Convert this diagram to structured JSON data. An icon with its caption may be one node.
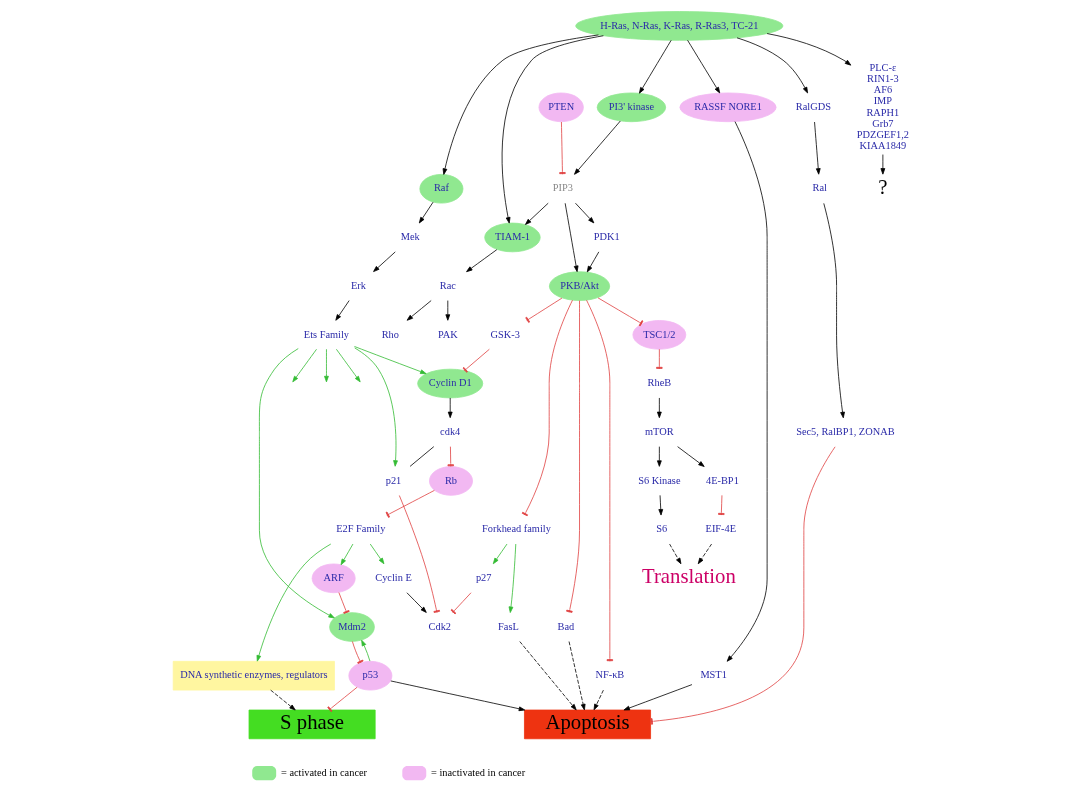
{
  "diagram": {
    "nodes": [
      {
        "text": [
          "H-Ras, N-Ras, K-Ras, R-Ras3, TC-21"
        ]
      },
      {
        "text": [
          "PLC-ε",
          "RIN1-3",
          "AF6",
          "IMP",
          "RAPH1",
          "Grb7",
          "PDZGEF1,2",
          "KIAA1849"
        ]
      },
      {
        "text": [
          "?"
        ]
      },
      {
        "text": [
          "RASSF NORE1"
        ]
      },
      {
        "text": [
          "MST1"
        ]
      },
      {
        "text": [
          "RalGDS"
        ]
      },
      {
        "text": [
          "Ral"
        ]
      },
      {
        "text": [
          "Sec5, RalBP1, ZONAB"
        ]
      },
      {
        "text": [
          "Raf"
        ]
      },
      {
        "text": [
          "Mek"
        ]
      },
      {
        "text": [
          "Erk"
        ]
      },
      {
        "text": [
          "Ets Family"
        ]
      },
      {
        "text": [
          "PI3' kinase"
        ]
      },
      {
        "text": [
          "PTEN"
        ]
      },
      {
        "text": [
          "PIP3"
        ]
      },
      {
        "text": [
          "TIAM-1"
        ]
      },
      {
        "text": [
          "PKB/Akt"
        ]
      },
      {
        "text": [
          "PDK1"
        ]
      },
      {
        "text": [
          "GSK-3"
        ]
      },
      {
        "text": [
          "Forkhead family"
        ]
      },
      {
        "text": [
          "Bad"
        ]
      },
      {
        "text": [
          "NF-κB"
        ]
      },
      {
        "text": [
          "TSC1/2"
        ]
      },
      {
        "text": [
          "Cyclin D1"
        ]
      },
      {
        "text": [
          "cdk4"
        ]
      },
      {
        "text": [
          "p21"
        ]
      },
      {
        "text": [
          "Rb"
        ]
      },
      {
        "text": [
          "E2F Family"
        ]
      },
      {
        "text": [
          "Mdm2"
        ]
      },
      {
        "text": [
          "ARF"
        ]
      },
      {
        "text": [
          "DNA synthetic enzymes, regulators"
        ]
      },
      {
        "text": [
          "Cyclin E"
        ]
      },
      {
        "text": [
          "Cdk2"
        ]
      },
      {
        "text": [
          "p27"
        ]
      },
      {
        "text": [
          "FasL"
        ]
      },
      {
        "text": [
          "p53"
        ]
      },
      {
        "text": [
          "S phase"
        ]
      },
      {
        "text": [
          "Apoptosis"
        ]
      },
      {
        "text": [
          "RheB"
        ]
      },
      {
        "text": [
          "mTOR"
        ]
      },
      {
        "text": [
          "S6 Kinase"
        ]
      },
      {
        "text": [
          "4E-BP1"
        ]
      },
      {
        "text": [
          "S6"
        ]
      },
      {
        "text": [
          "EIF-4E"
        ]
      },
      {
        "text": [
          "Rac"
        ]
      },
      {
        "text": [
          "Rho"
        ]
      },
      {
        "text": [
          "PAK"
        ]
      },
      {
        "text": [
          "Translation"
        ]
      }
    ],
    "edges": [
      {
        "from": 0,
        "to": 1,
        "arrow": "to"
      },
      {
        "from": 0,
        "to": 3,
        "arrow": "to"
      },
      {
        "from": 0,
        "to": 5,
        "arrow": "to"
      },
      {
        "from": 0,
        "to": 8,
        "arrow": "to"
      },
      {
        "from": 0,
        "to": 12,
        "arrow": "to"
      },
      {
        "from": 0,
        "to": 15,
        "arrow": "to"
      },
      {
        "from": 1,
        "to": 2,
        "arrow": "to"
      },
      {
        "from": 3,
        "to": 4,
        "arrow": "to"
      },
      {
        "from": 4,
        "to": 37,
        "arrow": "to"
      },
      {
        "from": 5,
        "to": 6,
        "arrow": "to"
      },
      {
        "from": 6,
        "to": 7,
        "arrow": "to"
      },
      {
        "from": 7,
        "to": 37,
        "arrow": "other",
        "color": "#e04040"
      },
      {
        "from": 8,
        "to": 9,
        "arrow": "to"
      },
      {
        "from": 9,
        "to": 10,
        "arrow": "to"
      },
      {
        "from": 10,
        "to": 11,
        "arrow": "to"
      },
      {
        "from": 11,
        "to": 28,
        "arrow": "to",
        "color": "#33bb33"
      },
      {
        "from": 11,
        "to": null,
        "arrow": "to",
        "color": "#33bb33"
      },
      {
        "from": 11,
        "to": null,
        "arrow": "to",
        "color": "#33bb33"
      },
      {
        "from": 11,
        "to": null,
        "arrow": "to",
        "color": "#33bb33"
      },
      {
        "from": 11,
        "to": 23,
        "arrow": "to",
        "color": "#33bb33"
      },
      {
        "from": 11,
        "to": 25,
        "arrow": "to",
        "color": "#33bb33"
      },
      {
        "from": 12,
        "to": 14,
        "arrow": "to"
      },
      {
        "from": 13,
        "to": 14,
        "arrow": "other",
        "color": "#e04040"
      },
      {
        "from": 14,
        "to": 15,
        "arrow": "to"
      },
      {
        "from": 15,
        "to": 44,
        "arrow": "to"
      },
      {
        "from": 44,
        "to": 45,
        "arrow": "to"
      },
      {
        "from": 44,
        "to": 46,
        "arrow": "to"
      },
      {
        "from": 14,
        "to": 16,
        "arrow": "to"
      },
      {
        "from": 14,
        "to": 17,
        "arrow": "to"
      },
      {
        "from": 17,
        "to": 16,
        "arrow": "to"
      },
      {
        "from": 16,
        "to": 18,
        "arrow": "other",
        "color": "#e04040"
      },
      {
        "from": 16,
        "to": 19,
        "arrow": "other",
        "color": "#e04040"
      },
      {
        "from": 16,
        "to": 20,
        "arrow": "other",
        "color": "#e04040"
      },
      {
        "from": 16,
        "to": 21,
        "arrow": "other",
        "color": "#e04040"
      },
      {
        "from": 16,
        "to": 22,
        "arrow": "other",
        "color": "#e04040"
      },
      {
        "from": 18,
        "to": 23,
        "arrow": "other",
        "color": "#e04040"
      },
      {
        "from": 23,
        "to": 24,
        "arrow": "to"
      },
      {
        "from": 24,
        "to": 25,
        "arrow": "none"
      },
      {
        "from": 24,
        "to": 26,
        "arrow": "other",
        "color": "#e04040"
      },
      {
        "from": 26,
        "to": 27,
        "arrow": "other",
        "color": "#e04040"
      },
      {
        "from": 25,
        "to": 32,
        "arrow": "other",
        "color": "#e04040"
      },
      {
        "from": 19,
        "to": 34,
        "arrow": "to",
        "color": "#33bb33"
      },
      {
        "from": 19,
        "to": 33,
        "arrow": "to",
        "color": "#33bb33"
      },
      {
        "from": 33,
        "to": 32,
        "arrow": "other",
        "color": "#e04040"
      },
      {
        "from": 27,
        "to": 29,
        "arrow": "to",
        "color": "#33bb33"
      },
      {
        "from": 27,
        "to": 30,
        "arrow": "to",
        "color": "#33bb33"
      },
      {
        "from": 27,
        "to": 31,
        "arrow": "to",
        "color": "#33bb33"
      },
      {
        "from": 29,
        "to": 28,
        "arrow": "other",
        "color": "#e04040"
      },
      {
        "from": 28,
        "to": 35,
        "arrow": "other",
        "color": "#e04040"
      },
      {
        "from": 35,
        "to": 28,
        "arrow": "to",
        "color": "#33bb33"
      },
      {
        "from": 35,
        "to": 36,
        "arrow": "other",
        "color": "#e04040"
      },
      {
        "from": 35,
        "to": 37,
        "arrow": "to"
      },
      {
        "from": 30,
        "to": 36,
        "arrow": "to",
        "style": "dashed"
      },
      {
        "from": 31,
        "to": 32,
        "arrow": "to"
      },
      {
        "from": 34,
        "to": 37,
        "arrow": "to",
        "style": "dashed"
      },
      {
        "from": 20,
        "to": 37,
        "arrow": "to",
        "style": "dashed"
      },
      {
        "from": 21,
        "to": 37,
        "arrow": "to",
        "style": "dashed"
      },
      {
        "from": 22,
        "to": 38,
        "arrow": "other",
        "color": "#e04040"
      },
      {
        "from": 38,
        "to": 39,
        "arrow": "to"
      },
      {
        "from": 39,
        "to": 40,
        "arrow": "to"
      },
      {
        "from": 39,
        "to": 41,
        "arrow": "to"
      },
      {
        "from": 40,
        "to": 42,
        "arrow": "to"
      },
      {
        "from": 41,
        "to": 43,
        "arrow": "other",
        "color": "#e04040"
      },
      {
        "from": 42,
        "to": 47,
        "arrow": "to",
        "style": "dashed"
      },
      {
        "from": 43,
        "to": 47,
        "arrow": "to",
        "style": "dashed"
      }
    ],
    "legend": [
      {
        "text": "= activated in cancer",
        "color": "#90e890"
      },
      {
        "text": "= inactivated in cancer",
        "color": "#f2b8f2"
      }
    ]
  }
}
